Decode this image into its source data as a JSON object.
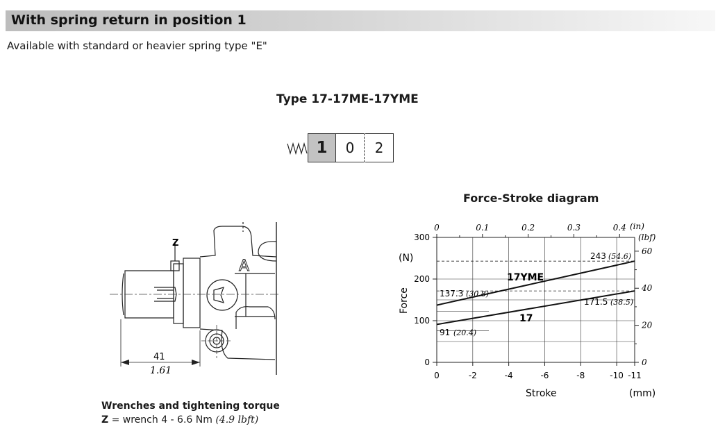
{
  "header": {
    "title": "With spring return in position 1"
  },
  "subtitle": "Available with standard or heavier spring type \"E\"",
  "type_title": "Type 17-17ME-17YME",
  "positions": [
    "1",
    "0",
    "2"
  ],
  "drawing": {
    "z_label": "Z",
    "port_label": "A",
    "dim_mm": "41",
    "dim_in": "1.61"
  },
  "diagram": {
    "title": "Force-Stroke diagram",
    "top_ticks": [
      "0",
      "0.1",
      "0.2",
      "0.3",
      "0.4"
    ],
    "top_unit": "(in)",
    "right_unit": "(lbf)",
    "right_ticks": [
      "60",
      "40",
      "20",
      "0"
    ],
    "left_unit": "(N)",
    "left_ticks": [
      "300",
      "200",
      "100",
      "0"
    ],
    "ylabel": "Force",
    "bottom_ticks": [
      "0",
      "-2",
      "-4",
      "-6",
      "-8",
      "-10",
      "-11"
    ],
    "xlabel": "Stroke",
    "xunit": "(mm)",
    "line_labels": {
      "yme": "17YME",
      "std": "17"
    },
    "annotations": {
      "a243": "243",
      "a243_imp": "(54.6)",
      "a171": "171.5",
      "a171_imp": "(38.5)",
      "a137": "137.3",
      "a137_imp": "(30.8)",
      "a91": "91",
      "a91_imp": "(20.4)"
    }
  },
  "chart_data": {
    "type": "line",
    "title": "Force-Stroke diagram",
    "xlabel": "Stroke",
    "xunit": "(mm)",
    "ylabel": "Force",
    "yunit": "(N)",
    "xlim": [
      0,
      -11
    ],
    "ylim": [
      0,
      300
    ],
    "x_ticks": [
      0,
      -2,
      -4,
      -6,
      -8,
      -10,
      -11
    ],
    "y_ticks": [
      0,
      100,
      200,
      300
    ],
    "secondary_x": {
      "unit": "(in)",
      "ticks": [
        0,
        0.1,
        0.2,
        0.3,
        0.4
      ]
    },
    "secondary_y": {
      "unit": "(lbf)",
      "ticks": [
        0,
        20,
        40,
        60
      ]
    },
    "series": [
      {
        "name": "17YME",
        "x": [
          0,
          -11
        ],
        "y": [
          137.3,
          243
        ]
      },
      {
        "name": "17",
        "x": [
          0,
          -11
        ],
        "y": [
          91,
          171.5
        ]
      }
    ],
    "grid": true
  },
  "wrench": {
    "title": "Wrenches and tightening torque",
    "z": "Z",
    "text": " = wrench 4 - 6.6 Nm ",
    "imperial": "(4.9 lbft)"
  }
}
